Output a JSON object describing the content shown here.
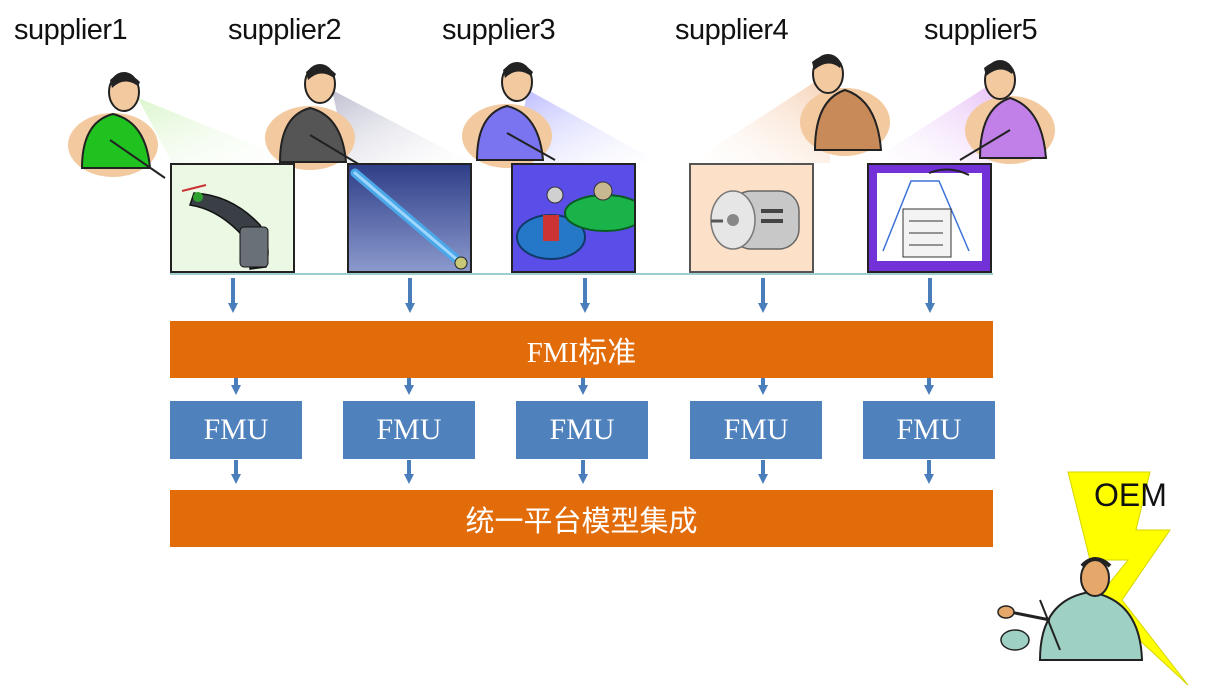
{
  "suppliers": [
    {
      "label": "supplier1",
      "accent": "#1fc21f"
    },
    {
      "label": "supplier2",
      "accent": "#555555"
    },
    {
      "label": "supplier3",
      "accent": "#7a74f0"
    },
    {
      "label": "supplier4",
      "accent": "#c98a5a"
    },
    {
      "label": "supplier5",
      "accent": "#c080e8"
    }
  ],
  "fmi_standard": "FMI标准",
  "fmu_boxes": [
    "FMU",
    "FMU",
    "FMU",
    "FMU",
    "FMU"
  ],
  "integration": "统一平台模型集成",
  "oem": "OEM",
  "colors": {
    "orange": "#e36c0a",
    "blue": "#4f81bd",
    "arrow": "#4a7ebb",
    "lightning": "#ffff00"
  }
}
